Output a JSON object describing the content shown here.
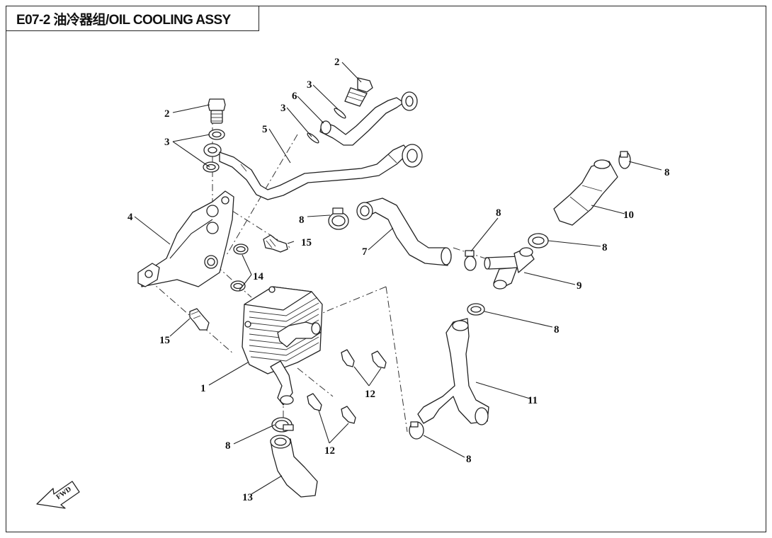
{
  "header": {
    "title": "E07-2 油冷器组/OIL COOLING ASSY"
  },
  "labels": {
    "l1": "1",
    "l2a": "2",
    "l2b": "2",
    "l3a": "3",
    "l3b": "3",
    "l3c": "3",
    "l4": "4",
    "l5": "5",
    "l6": "6",
    "l7": "7",
    "l8a": "8",
    "l8b": "8",
    "l8c": "8",
    "l8d": "8",
    "l8e": "8",
    "l8f": "8",
    "l8g": "8",
    "l9": "9",
    "l10": "10",
    "l11": "11",
    "l12a": "12",
    "l12b": "12",
    "l13": "13",
    "l14": "14",
    "l15a": "15",
    "l15b": "15"
  },
  "fwd": "FWD"
}
